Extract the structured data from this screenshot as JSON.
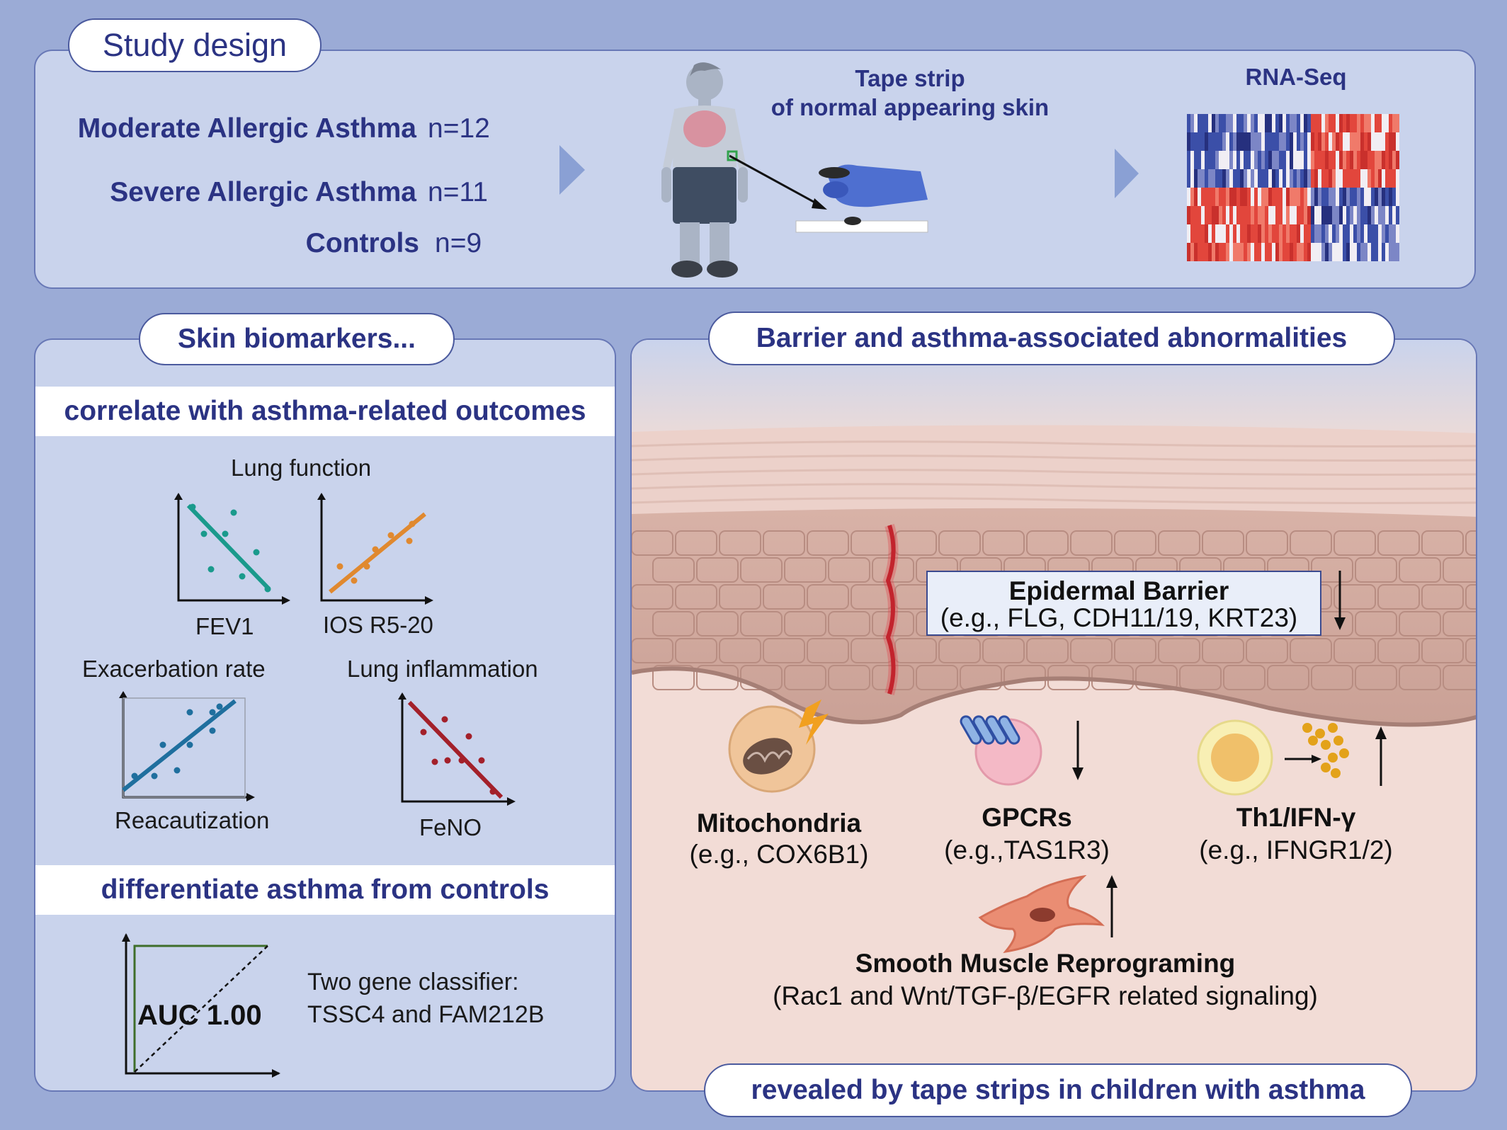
{
  "study_design": {
    "title": "Study design",
    "groups": [
      {
        "label": "Moderate Allergic Asthma",
        "n": "n=12"
      },
      {
        "label": "Severe Allergic Asthma",
        "n": "n=11"
      },
      {
        "label": "Controls",
        "n": "n=9"
      }
    ],
    "tape_strip_line1": "Tape strip",
    "tape_strip_line2": "of normal appearing skin",
    "rnaseq": "RNA-Seq"
  },
  "skin_biomarkers": {
    "title": "Skin biomarkers...",
    "correlate_heading": "correlate with asthma-related outcomes",
    "lung_function": "Lung function",
    "fev1": "FEV1",
    "ios": "IOS R5-20",
    "exacerbation_rate": "Exacerbation rate",
    "lung_inflammation": "Lung inflammation",
    "reacautization": "Reacautization",
    "feno": "FeNO",
    "differentiate_heading": "differentiate asthma from controls",
    "auc": "AUC 1.00",
    "classifier_line1": "Two gene classifier:",
    "classifier_line2": "TSSC4 and FAM212B"
  },
  "barrier": {
    "title": "Barrier and asthma-associated abnormalities",
    "epidermal_title": "Epidermal Barrier",
    "epidermal_example": "(e.g., FLG, CDH11/19, KRT23)",
    "mito_title": "Mitochondria",
    "mito_example": "(e.g., COX6B1)",
    "gpcr_title": "GPCRs",
    "gpcr_example": "(e.g.,TAS1R3)",
    "th1_title": "Th1/IFN-γ",
    "th1_example": "(e.g., IFNGR1/2)",
    "smooth_title": "Smooth Muscle Reprograming",
    "smooth_example": "(Rac1 and Wnt/TGF-β/EGFR related signaling)",
    "footer": "revealed by tape strips in children with asthma"
  },
  "colors": {
    "navy": "#2b3383",
    "teal": "#1a9a8c",
    "orange": "#e0892f",
    "blue_series": "#1f6f9e",
    "red_series": "#a3202a",
    "panel_bg": "#c9d3ec"
  }
}
